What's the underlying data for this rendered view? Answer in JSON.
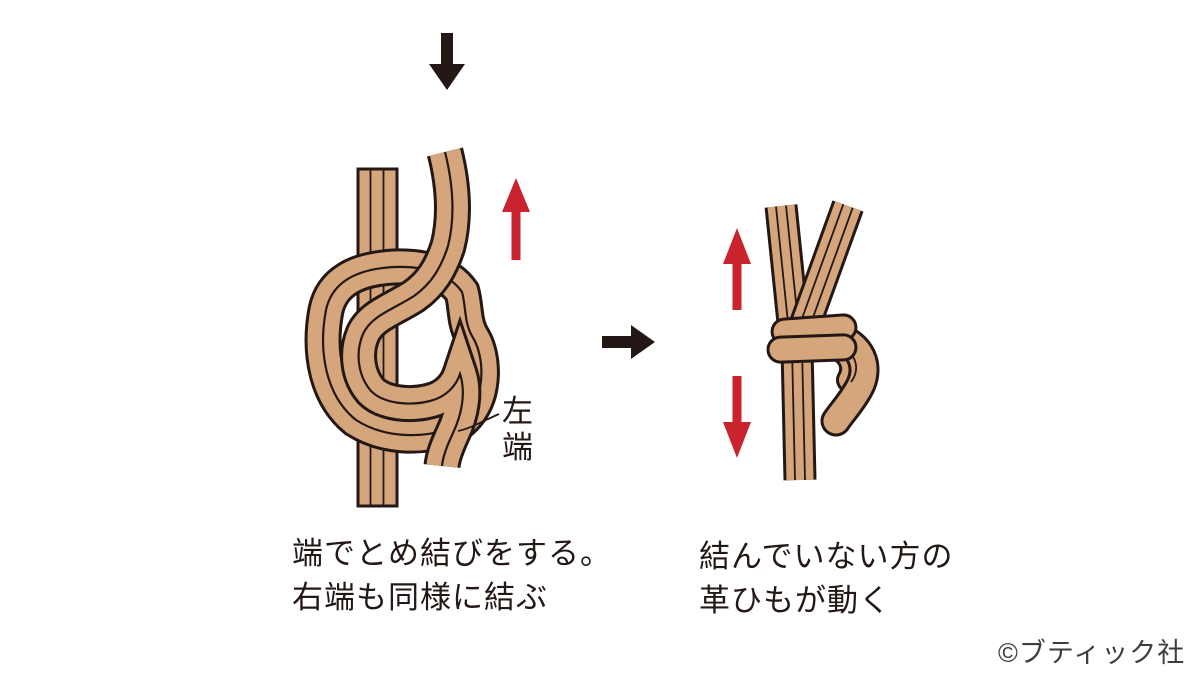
{
  "page": {
    "background": "#ffffff",
    "type": "knot-tying-instruction-diagram"
  },
  "colors": {
    "cord_fill": "#D5A67C",
    "cord_outline": "#231815",
    "arrow_red": "#C9232D",
    "arrow_black": "#231815",
    "text": "#231815",
    "copyright_text": "#3E3E3E"
  },
  "figures": {
    "left": {
      "caption_line1": "端でとめ結びをする。",
      "caption_line2": "右端も同様に結ぶ",
      "cord_end_label": "左端",
      "icons": [
        "down-arrow-black",
        "up-arrow-red"
      ]
    },
    "right": {
      "caption_line1": "結んでいない方の",
      "caption_line2": "革ひもが動く",
      "icons": [
        "up-arrow-red",
        "down-arrow-red"
      ]
    }
  },
  "between_figures_icon": "right-arrow-black",
  "footer": {
    "copyright": "©ブティック社"
  }
}
